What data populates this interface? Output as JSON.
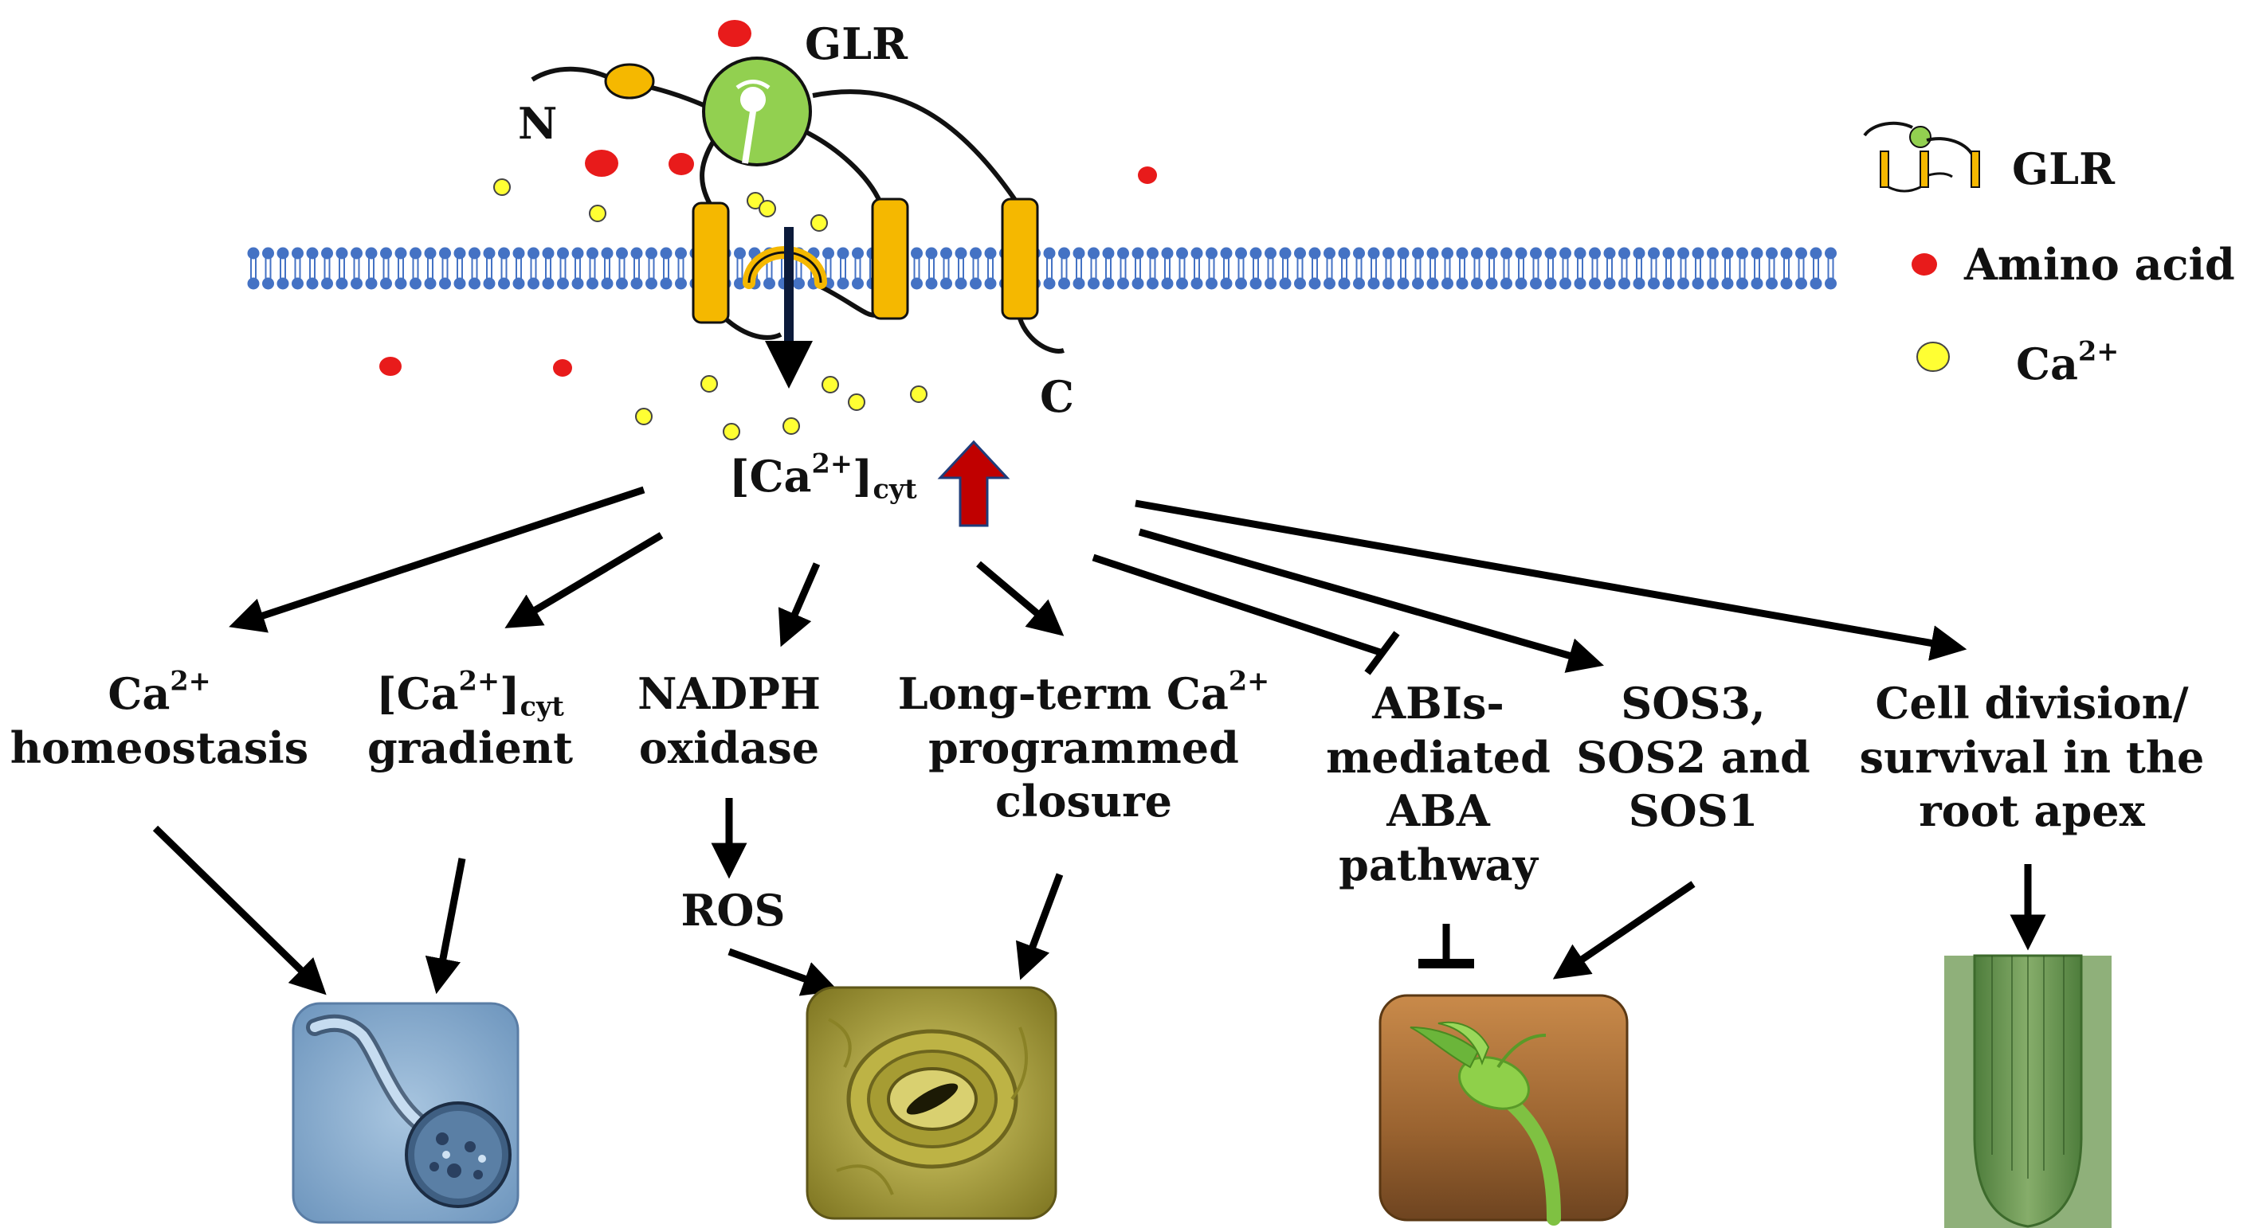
{
  "colors": {
    "membrane": "#4472C4",
    "helix": "#F5B800",
    "glr_domain": "#92D050",
    "amino_acid": "#E81B1B",
    "calcium": "#FFFF33",
    "arrow": "#000000",
    "up_arrow": "#C00000"
  },
  "receptor": {
    "name": "GLR",
    "n_terminus": "N",
    "c_terminus": "C"
  },
  "legend": {
    "glr": "GLR",
    "amino_acid": "Amino acid",
    "calcium_base": "Ca",
    "calcium_sup": "2+"
  },
  "center": {
    "base": "[Ca",
    "sup": "2+",
    "close": "]",
    "sub": "cyt"
  },
  "outcomes": {
    "homeostasis": {
      "base": "Ca",
      "sup": "2+",
      "line2": "homeostasis"
    },
    "gradient": {
      "base": "[Ca",
      "sup": "2+",
      "close": "]",
      "sub": "cyt",
      "line2": "gradient"
    },
    "nadph": {
      "line1": "NADPH",
      "line2": "oxidase"
    },
    "ros": "ROS",
    "longterm": {
      "line1a": "Long-term Ca",
      "sup": "2+",
      "line2": "programmed",
      "line3": "closure"
    },
    "abi": {
      "line1": "ABIs-",
      "line2": "mediated",
      "line3": "ABA",
      "line4": "pathway"
    },
    "sos": {
      "line1": "SOS3,",
      "line2": "SOS2 and",
      "line3": "SOS1"
    },
    "celldiv": {
      "line1": "Cell division/",
      "line2": "survival in the",
      "line3": "root apex"
    }
  },
  "images": [
    "pollen-tube-image",
    "stomata-image",
    "seedling-image",
    "root-apex-image"
  ]
}
